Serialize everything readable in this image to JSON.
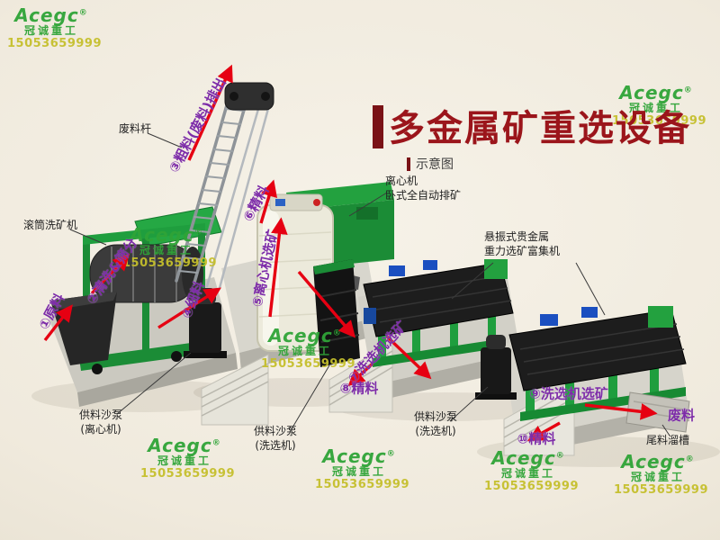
{
  "title": {
    "main": "多金属矿重选设备",
    "subtitle": "示意图"
  },
  "watermark": {
    "brand": "Acegc",
    "reg": "®",
    "company": "冠诚重工",
    "phone": "15053659999"
  },
  "flow_labels": {
    "step1": "①原料",
    "step2": "②清洗&筛分",
    "step3": "③粗料(废料)排出",
    "step4": "④细料",
    "step5": "⑤离心机选矿",
    "step6": "⑥精料",
    "step7": "⑦洗选机选矿",
    "step8": "⑧精料",
    "step9": "⑨洗选机选矿",
    "step10": "⑩精料",
    "waste": "废料"
  },
  "equipment_labels": {
    "drum_washer": "滚筒洗矿机",
    "waste_rod": "废料杆",
    "centrifuge_line1": "离心机",
    "centrifuge_line2": "卧式全自动排矿",
    "concentrator_line1": "悬振式贵金属",
    "concentrator_line2": "重力选矿富集机",
    "pump1_line1": "供料沙泵",
    "pump1_line2": "(离心机)",
    "pump2_line1": "供料沙泵",
    "pump2_line2": "(洗选机)",
    "pump3_line1": "供料沙泵",
    "pump3_line2": "(洗选机)",
    "tail_chute": "尾料溜槽"
  },
  "colors": {
    "background": "#f0eadd",
    "title_red": "#9b151b",
    "flow_purple": "#7d2ca8",
    "arrow_red": "#e60012",
    "machine_green": "#1f9e3e",
    "watermark_green": "#2fa437",
    "watermark_yellow": "#c5bf2c"
  }
}
